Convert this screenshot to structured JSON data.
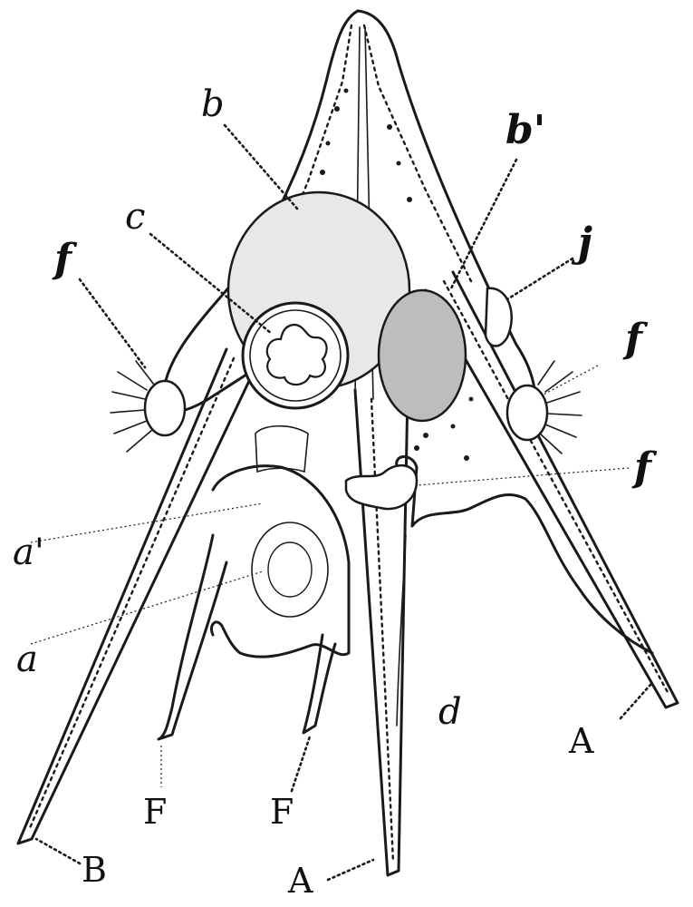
{
  "labels": {
    "b": "b",
    "b_prime": "b'",
    "c": "c",
    "j": "j",
    "f_left": "f",
    "f_right": "f",
    "f_mid": "f",
    "a_prime": "a'",
    "a": "a",
    "d": "d",
    "F_left": "F",
    "F_right": "F",
    "A_right": "A",
    "A_bottom": "A",
    "B": "B"
  }
}
